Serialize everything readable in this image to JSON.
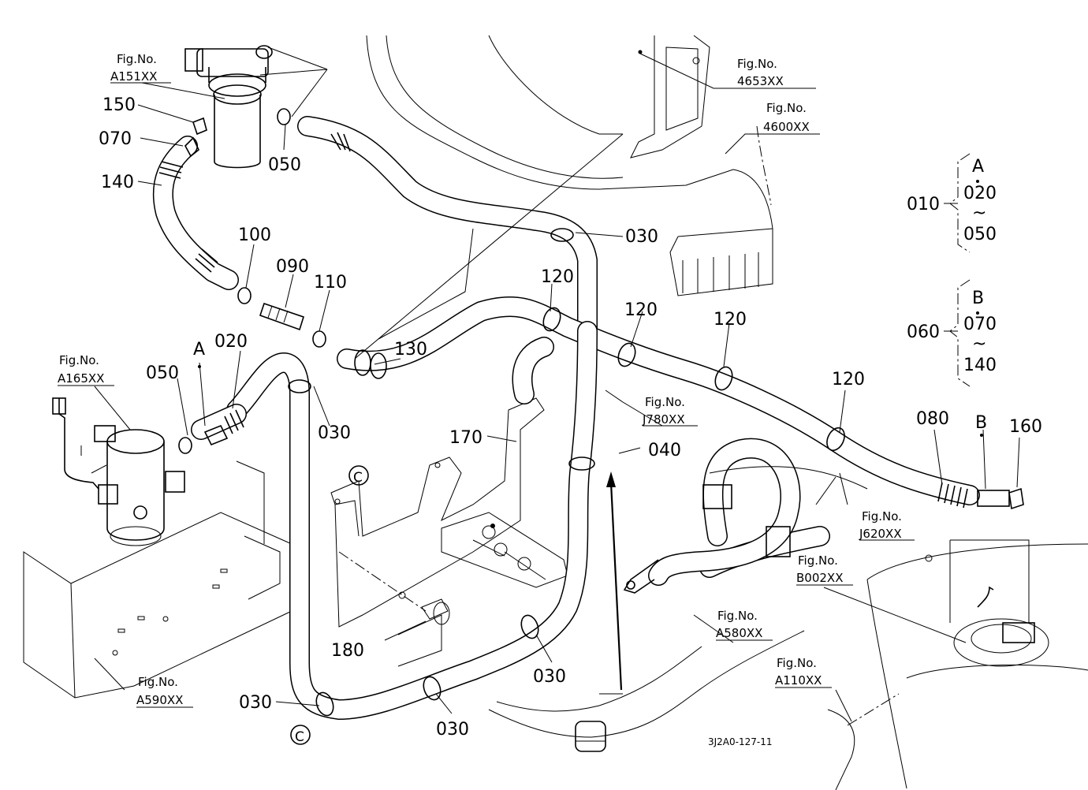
{
  "figure_code": "3J2A0-127-11",
  "part_labels": {
    "p150": "150",
    "p070": "070",
    "p140": "140",
    "p050_top": "050",
    "p100": "100",
    "p090": "090",
    "p110": "110",
    "p130": "130",
    "p030_top": "030",
    "p120_a": "120",
    "p120_b": "120",
    "p120_c": "120",
    "p120_d": "120",
    "p020": "020",
    "p050_left": "050",
    "pA": "A",
    "p030_mid": "030",
    "p170": "170",
    "p040": "040",
    "p080": "080",
    "pB": "B",
    "p160": "160",
    "p180": "180",
    "p030_b1": "030",
    "p030_b2": "030",
    "p030_b3": "030",
    "pC_top": "C",
    "pC_bottom": "C"
  },
  "fig_refs": {
    "a151": {
      "line1": "Fig.No.",
      "line2": "A151XX"
    },
    "f4653": {
      "line1": "Fig.No.",
      "line2": "4653XX"
    },
    "f4600": {
      "line1": "Fig.No.",
      "line2": "4600XX"
    },
    "a165": {
      "line1": "Fig.No.",
      "line2": "A165XX"
    },
    "j780": {
      "line1": "Fig.No.",
      "line2": "J780XX"
    },
    "j620": {
      "line1": "Fig.No.",
      "line2": "J620XX"
    },
    "b002": {
      "line1": "Fig.No.",
      "line2": "B002XX"
    },
    "a580": {
      "line1": "Fig.No.",
      "line2": "A580XX"
    },
    "a590": {
      "line1": "Fig.No.",
      "line2": "A590XX"
    },
    "a110": {
      "line1": "Fig.No.",
      "line2": "A110XX"
    }
  },
  "sets": {
    "set_a": {
      "number": "010",
      "letter": "A",
      "from": "020",
      "tilde": "~",
      "to": "050"
    },
    "set_b": {
      "number": "060",
      "letter": "B",
      "from": "070",
      "tilde": "~",
      "to": "140"
    }
  }
}
